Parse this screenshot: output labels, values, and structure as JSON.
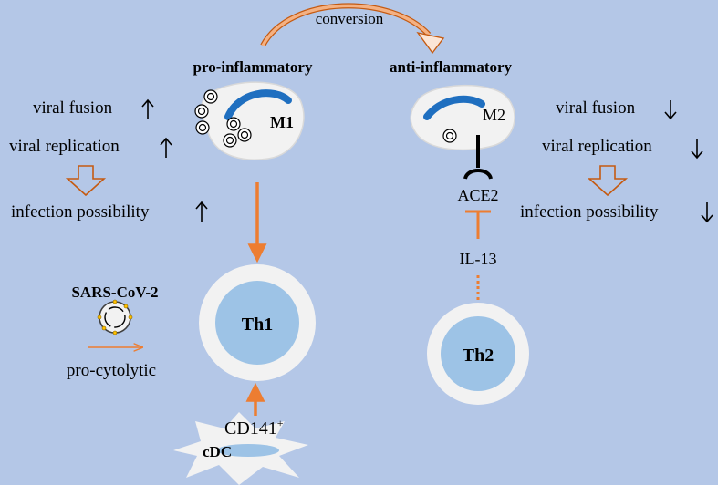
{
  "colors": {
    "background": "#b4c7e7",
    "arrow_orange": "#ed7d31",
    "hollow_arrow_orange": "#c55a11",
    "cell_fill": "#f2f2f2",
    "nucleus_fill": "#9dc3e6",
    "macrophage_band": "#1f6fc0",
    "inhibitor": "#000000"
  },
  "diagram": {
    "conversion": "conversion",
    "pro_inflammatory": "pro-inflammatory",
    "anti_inflammatory": "anti-inflammatory",
    "m1": "M1",
    "m2": "M2",
    "left_effects": {
      "viral_fusion": "viral fusion",
      "viral_replication": "viral replication",
      "infection_possibility": "infection possibility",
      "direction": "up"
    },
    "right_effects": {
      "viral_fusion": "viral fusion",
      "viral_replication": "viral replication",
      "infection_possibility": "infection possibility",
      "direction": "down"
    },
    "ace2": "ACE2",
    "il13": "IL-13",
    "th1": "Th1",
    "th2": "Th2",
    "cd141": "CD141",
    "cd141_superscript": "+",
    "cdc": "cDC",
    "legend": {
      "virus_label": "SARS-CoV-2",
      "arrow_label": "pro-cytolytic"
    }
  }
}
